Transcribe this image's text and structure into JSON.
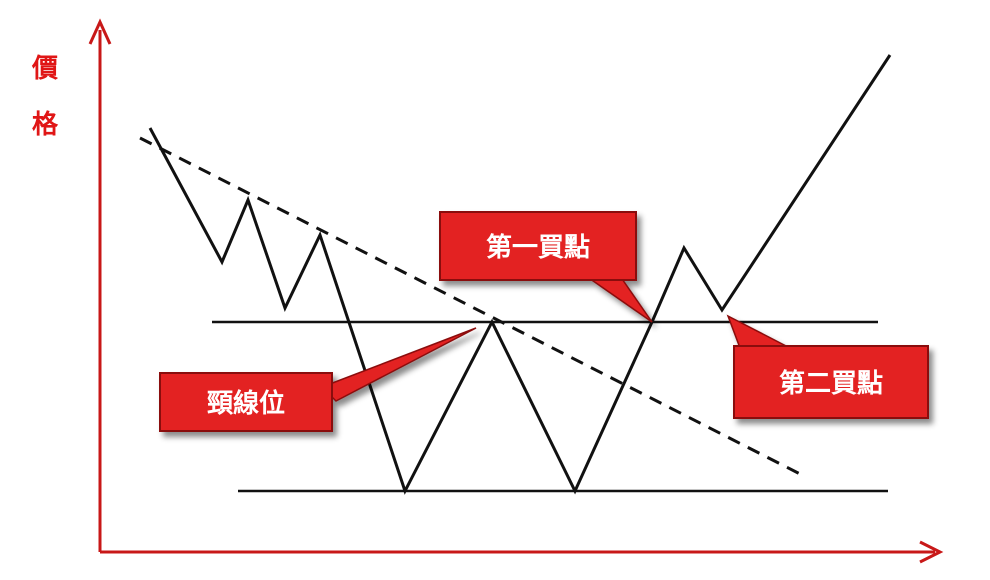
{
  "y_axis_label": [
    "價",
    "格"
  ],
  "callouts": {
    "neckline": "頸線位",
    "first_buy": "第一買點",
    "second_buy": "第二買點"
  },
  "colors": {
    "axis": "#c81818",
    "callout_fill": "#e32020",
    "callout_border": "#8a0c0c",
    "line": "#111111"
  }
}
